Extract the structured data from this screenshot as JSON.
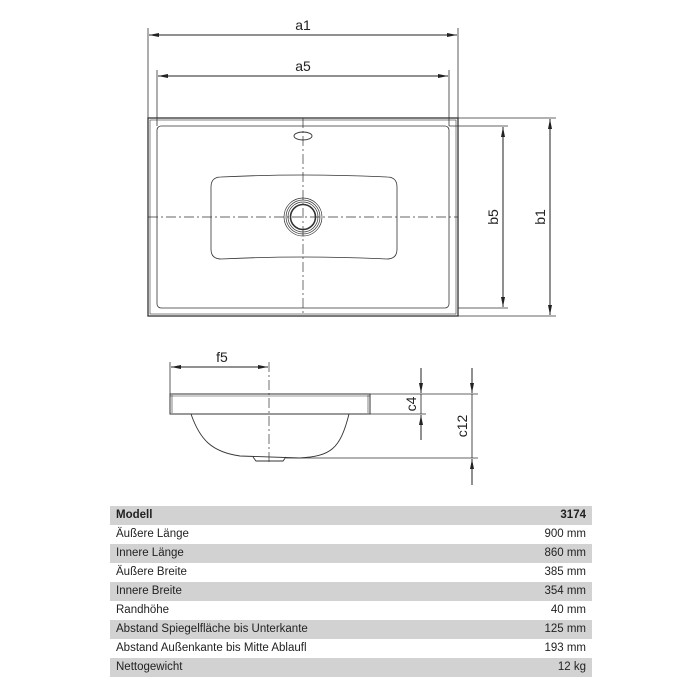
{
  "drawing": {
    "top_view": {
      "dimensions": {
        "a1": "a1",
        "a5": "a5",
        "b1": "b1",
        "b5": "b5"
      }
    },
    "side_view": {
      "dimensions": {
        "f5": "f5",
        "c4": "c4",
        "c12": "c12"
      }
    },
    "line_color": "#333333"
  },
  "spec_table": {
    "header": {
      "label": "Modell",
      "value": "3174"
    },
    "rows": [
      {
        "label": "Äußere Länge",
        "value": "900 mm"
      },
      {
        "label": "Innere Länge",
        "value": "860 mm"
      },
      {
        "label": "Äußere Breite",
        "value": "385 mm"
      },
      {
        "label": "Innere Breite",
        "value": "354 mm"
      },
      {
        "label": "Randhöhe",
        "value": "40 mm"
      },
      {
        "label": "Abstand Spiegelfläche bis Unterkante",
        "value": "125 mm"
      },
      {
        "label": "Abstand Außenkante bis Mitte Ablaufl",
        "value": "193 mm"
      },
      {
        "label": "Nettogewicht",
        "value": "12 kg"
      }
    ],
    "shade_color": "#d2d2d2"
  }
}
